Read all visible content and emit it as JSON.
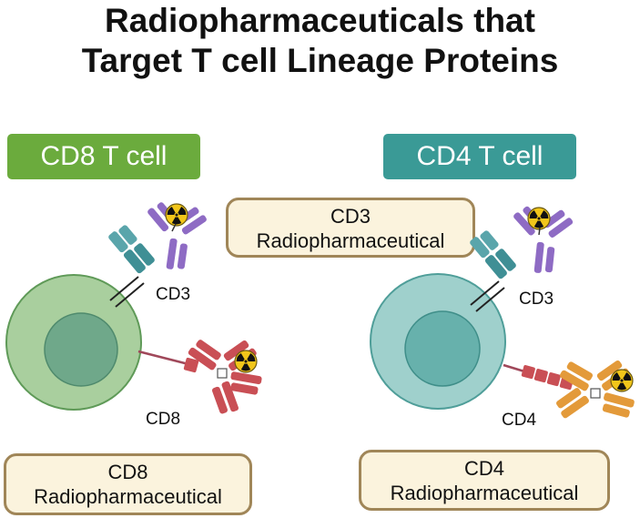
{
  "title": {
    "line1": "Radiopharmaceuticals that",
    "line2": "Target T cell Lineage Proteins"
  },
  "cells": {
    "cd8": {
      "label": "CD8 T cell",
      "color": "#6bab3d"
    },
    "cd4": {
      "label": "CD4 T cell",
      "color": "#3a9a96"
    }
  },
  "markers": {
    "cd3_left": "CD3",
    "cd8": "CD8",
    "cd3_right": "CD3",
    "cd4": "CD4"
  },
  "boxes": {
    "cd3": {
      "line1": "CD3",
      "line2": "Radiopharmaceutical"
    },
    "cd8": {
      "line1": "CD8",
      "line2": "Radiopharmaceutical"
    },
    "cd4": {
      "line1": "CD4",
      "line2": "Radiopharmaceutical"
    }
  },
  "colors": {
    "cd3_receptor": "#3f8f95",
    "cd8_receptor": "#c94f55",
    "cd4_receptor": "#c94f55",
    "antibody_cd3": "#8e6bc4",
    "antibody_cd8": "#c94f55",
    "antibody_cd4": "#e39a3a",
    "radiation_symbol": "#f2c61a",
    "pill_border": "#a08658",
    "pill_fill": "#fbf3dd"
  }
}
